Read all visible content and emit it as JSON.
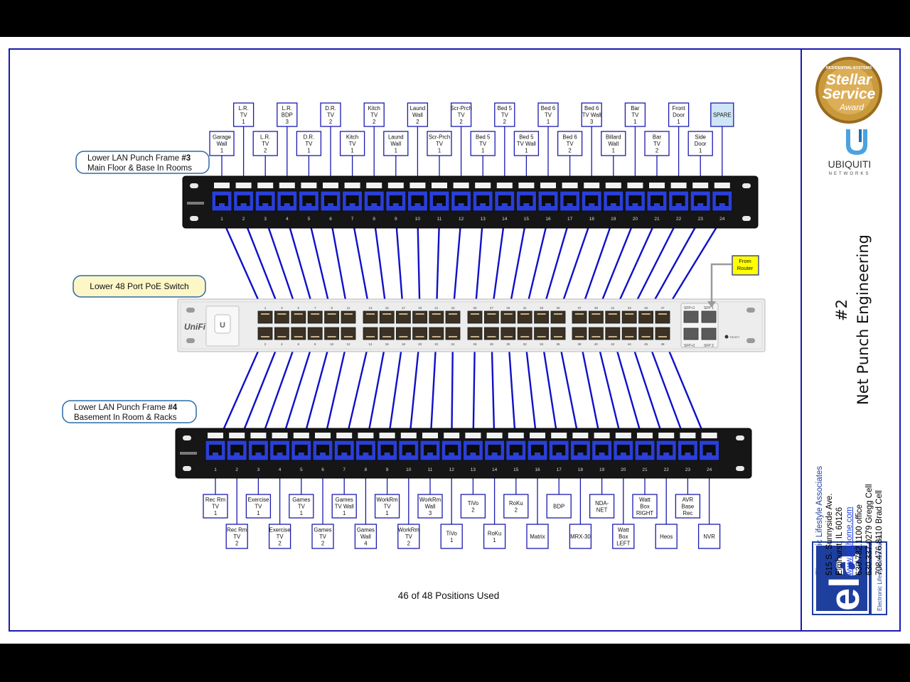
{
  "frame3": {
    "title": "Lower LAN Punch Frame",
    "number": "#3",
    "subtitle": "Main Floor & Base In Rooms",
    "ports": [
      "1",
      "2",
      "3",
      "4",
      "5",
      "6",
      "7",
      "8",
      "9",
      "10",
      "11",
      "12",
      "13",
      "14",
      "15",
      "16",
      "17",
      "18",
      "19",
      "20",
      "21",
      "22",
      "23",
      "24"
    ],
    "labels_top": [
      [
        "L.R.",
        "TV",
        "1"
      ],
      [
        "L.R.",
        "BDP",
        "3"
      ],
      [
        "D.R.",
        "TV",
        "2"
      ],
      [
        "Kitch",
        "TV",
        "2"
      ],
      [
        "Laund",
        "Wall",
        "2"
      ],
      [
        "Scr-Prch",
        "TV",
        "2"
      ],
      [
        "Bed 5",
        "TV",
        "2"
      ],
      [
        "Bed 6",
        "TV",
        "1"
      ],
      [
        "Bed 6",
        "TV Wall",
        "3"
      ],
      [
        "Bar",
        "TV",
        "1"
      ],
      [
        "Front",
        "Door",
        "1"
      ],
      [
        "SPARE"
      ]
    ],
    "labels_bottom": [
      [
        "Garage",
        "Wall",
        "1"
      ],
      [
        "L.R.",
        "TV",
        "2"
      ],
      [
        "D.R.",
        "TV",
        "1"
      ],
      [
        "Kitch",
        "TV",
        "1"
      ],
      [
        "Laund",
        "Wall",
        "1"
      ],
      [
        "Scr-Prch",
        "TV",
        "1"
      ],
      [
        "Bed 5",
        "TV",
        "1"
      ],
      [
        "Bed 5",
        "TV Wall",
        "1"
      ],
      [
        "Bed 6",
        "TV",
        "2"
      ],
      [
        "Billard",
        "Wall",
        "1"
      ],
      [
        "Bar",
        "TV",
        "2"
      ],
      [
        "Side",
        "Door",
        "1"
      ]
    ]
  },
  "switch": {
    "title": "Lower 48 Port PoE Switch",
    "brand": "UniFi",
    "logo_letter": "U",
    "uplink_label": [
      "From",
      "Router"
    ],
    "sfp_labels": [
      "SFP+1",
      "SFP+2",
      "SFP 1",
      "SFP 2"
    ],
    "reset_label": "RESET",
    "ports_top": [
      "1",
      "3",
      "5",
      "7",
      "9",
      "11",
      "13",
      "15",
      "17",
      "19",
      "21",
      "23",
      "25",
      "27",
      "29",
      "31",
      "33",
      "35",
      "37",
      "39",
      "41",
      "43",
      "45",
      "47"
    ],
    "ports_bottom": [
      "2",
      "4",
      "6",
      "8",
      "10",
      "12",
      "14",
      "16",
      "18",
      "20",
      "22",
      "24",
      "26",
      "28",
      "30",
      "32",
      "34",
      "36",
      "38",
      "40",
      "42",
      "44",
      "46",
      "48"
    ]
  },
  "frame4": {
    "title": "Lower LAN Punch Frame",
    "number": "#4",
    "subtitle": "Basement In Room & Racks",
    "ports": [
      "1",
      "2",
      "3",
      "4",
      "5",
      "6",
      "7",
      "8",
      "9",
      "10",
      "11",
      "12",
      "13",
      "14",
      "15",
      "16",
      "17",
      "18",
      "19",
      "20",
      "21",
      "22",
      "23",
      "24"
    ],
    "labels_top": [
      [
        "Rec Rm",
        "TV",
        "1"
      ],
      [
        "Exercise",
        "TV",
        "1"
      ],
      [
        "Games",
        "TV",
        "1"
      ],
      [
        "Games",
        "TV Wall",
        "1"
      ],
      [
        "WorkRm",
        "TV",
        "1"
      ],
      [
        "WorkRm",
        "Wall",
        "3"
      ],
      [
        "TiVo",
        "2"
      ],
      [
        "RoKu",
        "2"
      ],
      [
        "BDP"
      ],
      [
        "NDA-",
        "NET"
      ],
      [
        "Watt",
        "Box",
        "RIGHT"
      ],
      [
        "AVR",
        "Base",
        "Rec"
      ]
    ],
    "labels_bottom": [
      [
        "Rec Rm",
        "TV",
        "2"
      ],
      [
        "Exercise",
        "TV",
        "2"
      ],
      [
        "Games",
        "TV",
        "2"
      ],
      [
        "Games",
        "Wall",
        "4"
      ],
      [
        "WorkRm",
        "TV",
        "2"
      ],
      [
        "TiVo",
        "1"
      ],
      [
        "RoKu",
        "1"
      ],
      [
        "Matrix"
      ],
      [
        "MRX-30"
      ],
      [
        "Watt",
        "Box",
        "LEFT"
      ],
      [
        "Heos"
      ],
      [
        "NVR"
      ]
    ]
  },
  "footer": {
    "positions_used": "46 of 48 Positions Used"
  },
  "sidebar": {
    "badge": {
      "ring": "RESIDENTIAL SYSTEMS",
      "line1": "Stellar",
      "line2": "Service",
      "line3": "Award"
    },
    "ubiquiti": {
      "name": "UBIQUITI",
      "sub": "NETWORKS"
    },
    "title_line1": "#2",
    "title_line2": "Net Punch Engineering",
    "company": {
      "name": "Electronic Lifestyle Associates",
      "address1": "515 S. Sunnyside Ave.",
      "address2": "Elmhurst, IL 60126",
      "url": "www.elahome.com",
      "phone1": "630.782.1100 office",
      "phone2": "630.337.0279 Gregg Cell",
      "phone3": "708.476.8110 Brad Cell"
    },
    "logo": {
      "letters": "ela",
      "tagline": "Electronic Lifestyle Associates"
    }
  },
  "colors": {
    "border": "#1a1ab0",
    "cable": "#1010c8",
    "port_blue": "#2a3fd8",
    "callout_border": "#2a6aa8",
    "callout_yellow": "#fdf7c8",
    "spare_fill": "#cfe6f7",
    "from_router": "#ffff00",
    "logo_blue": "#1f3f9f"
  }
}
